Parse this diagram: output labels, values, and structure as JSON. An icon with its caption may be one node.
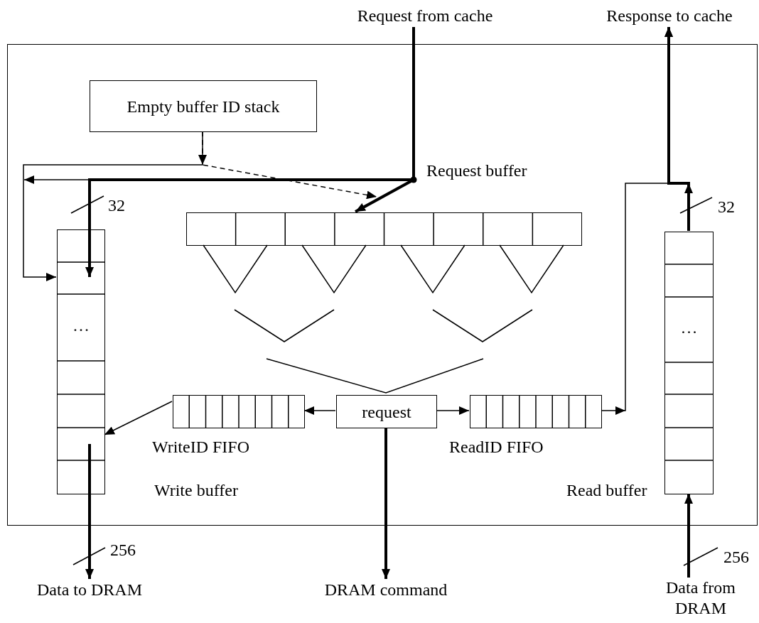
{
  "diagram": {
    "nodes": [
      {
        "text": [],
        "shape": "box"
      },
      {
        "text": [
          "Request from cache"
        ]
      },
      {
        "text": [
          "Response to cache"
        ]
      },
      {
        "text": [
          "Empty buffer ID stack"
        ],
        "in": 0
      },
      {
        "text": [],
        "shape": "box",
        "beside": [
          "Request buffer"
        ],
        "in": 0
      },
      {
        "text": [
          "…"
        ],
        "beside": [
          "Write buffer"
        ],
        "in": 0
      },
      {
        "text": [
          "…"
        ],
        "beside": [
          "Read buffer"
        ],
        "in": 0
      },
      {
        "text": [
          "request"
        ],
        "in": 0
      },
      {
        "text": [],
        "shape": "box",
        "beside": [
          "WriteID FIFO"
        ],
        "in": 0
      },
      {
        "text": [],
        "shape": "box",
        "beside": [
          "ReadID FIFO"
        ],
        "in": 0
      },
      {
        "text": [
          "Data to DRAM"
        ]
      },
      {
        "text": [
          "DRAM command"
        ]
      },
      {
        "text": [
          "Data from DRAM"
        ]
      }
    ],
    "edges": [
      {
        "from": 1,
        "to": 4,
        "arrow": "to",
        "style": "thick"
      },
      {
        "from": 1,
        "to": 5,
        "arrow": "to",
        "style": "thick"
      },
      {
        "from": 3,
        "to": 5,
        "arrow": "to"
      },
      {
        "from": 3,
        "to": 4,
        "arrow": "to",
        "style": "dashed"
      },
      {
        "from": 7,
        "to": 8,
        "arrow": "to"
      },
      {
        "from": 7,
        "to": 9,
        "arrow": "to"
      },
      {
        "from": 8,
        "to": 5,
        "arrow": "to"
      },
      {
        "from": 9,
        "to": 2,
        "arrow": "to"
      },
      {
        "from": 6,
        "to": 2,
        "arrow": "to",
        "style": "thick"
      },
      {
        "from": 5,
        "to": 10,
        "arrow": "to",
        "style": "thick"
      },
      {
        "from": 7,
        "to": 11,
        "arrow": "to",
        "style": "thick"
      },
      {
        "from": 12,
        "to": 6,
        "arrow": "to",
        "style": "thick"
      }
    ],
    "labels": [
      "32",
      "32",
      "256",
      "256"
    ]
  }
}
